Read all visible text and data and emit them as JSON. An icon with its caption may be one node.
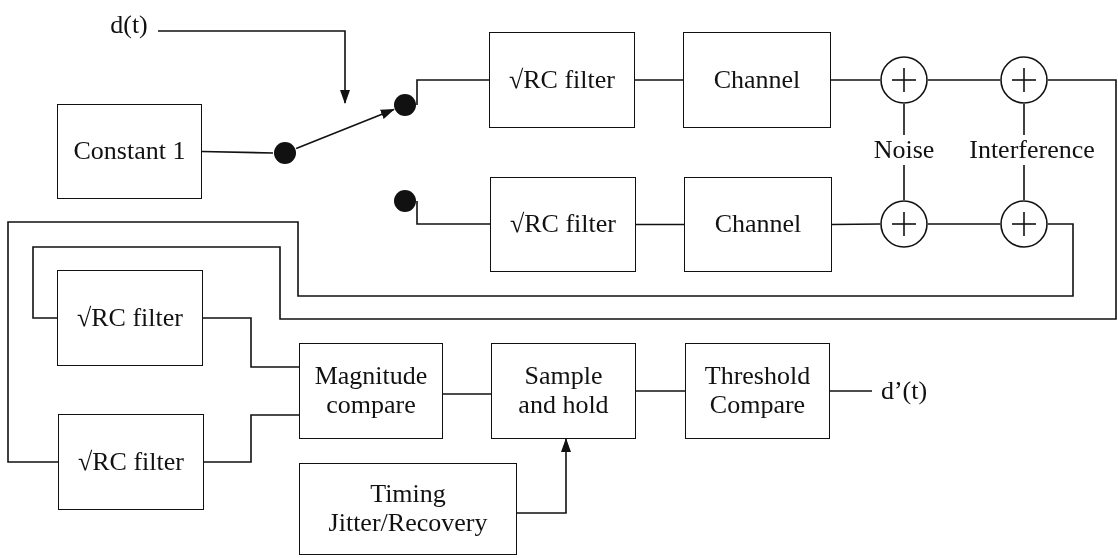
{
  "diagram": {
    "nodes": [
      {
        "text": [
          "d(t)"
        ]
      },
      {
        "text": [
          "Constant 1"
        ]
      },
      {
        "text": [],
        "shape": "dot"
      },
      {
        "text": [],
        "shape": "dot"
      },
      {
        "text": [],
        "shape": "dot"
      },
      {
        "text": [
          "√RC filter"
        ]
      },
      {
        "text": [
          "Channel"
        ]
      },
      {
        "text": [],
        "shape": "circle"
      },
      {
        "text": [],
        "shape": "circle"
      },
      {
        "text": [
          "Noise"
        ]
      },
      {
        "text": [
          "Interference"
        ]
      },
      {
        "text": [
          "√RC filter"
        ]
      },
      {
        "text": [
          "Channel"
        ]
      },
      {
        "text": [],
        "shape": "circle"
      },
      {
        "text": [],
        "shape": "circle"
      },
      {
        "text": [
          "√RC filter"
        ]
      },
      {
        "text": [
          "√RC filter"
        ]
      },
      {
        "text": [
          "Magnitude compare"
        ]
      },
      {
        "text": [
          "Sample and hold"
        ]
      },
      {
        "text": [
          "Threshold Compare"
        ]
      },
      {
        "text": [
          "d’(t)"
        ]
      },
      {
        "text": [
          "Timing Jitter/Recovery"
        ]
      }
    ],
    "edges": [
      {
        "from": 0,
        "to": null,
        "arrow": "to"
      },
      {
        "from": 1,
        "to": 2,
        "arrow": "none"
      },
      {
        "from": 2,
        "to": 3,
        "arrow": "to"
      },
      {
        "from": 3,
        "to": 5,
        "arrow": "none"
      },
      {
        "from": 4,
        "to": 11,
        "arrow": "none"
      },
      {
        "from": 5,
        "to": 6,
        "arrow": "none"
      },
      {
        "from": 6,
        "to": 7,
        "arrow": "none"
      },
      {
        "from": 7,
        "to": 8,
        "arrow": "none"
      },
      {
        "from": 9,
        "to": 7,
        "arrow": "none"
      },
      {
        "from": 10,
        "to": 8,
        "arrow": "none"
      },
      {
        "from": 9,
        "to": 13,
        "arrow": "none"
      },
      {
        "from": 10,
        "to": 14,
        "arrow": "none"
      },
      {
        "from": 11,
        "to": 12,
        "arrow": "none"
      },
      {
        "from": 12,
        "to": 13,
        "arrow": "none"
      },
      {
        "from": 13,
        "to": 14,
        "arrow": "none"
      },
      {
        "from": 8,
        "to": 15,
        "arrow": "none"
      },
      {
        "from": 14,
        "to": 16,
        "arrow": "none"
      },
      {
        "from": 15,
        "to": 17,
        "arrow": "none"
      },
      {
        "from": 16,
        "to": 17,
        "arrow": "none"
      },
      {
        "from": 17,
        "to": 18,
        "arrow": "none"
      },
      {
        "from": 18,
        "to": 19,
        "arrow": "none"
      },
      {
        "from": 19,
        "to": 20,
        "arrow": "none"
      },
      {
        "from": 21,
        "to": 18,
        "arrow": "to"
      }
    ]
  }
}
